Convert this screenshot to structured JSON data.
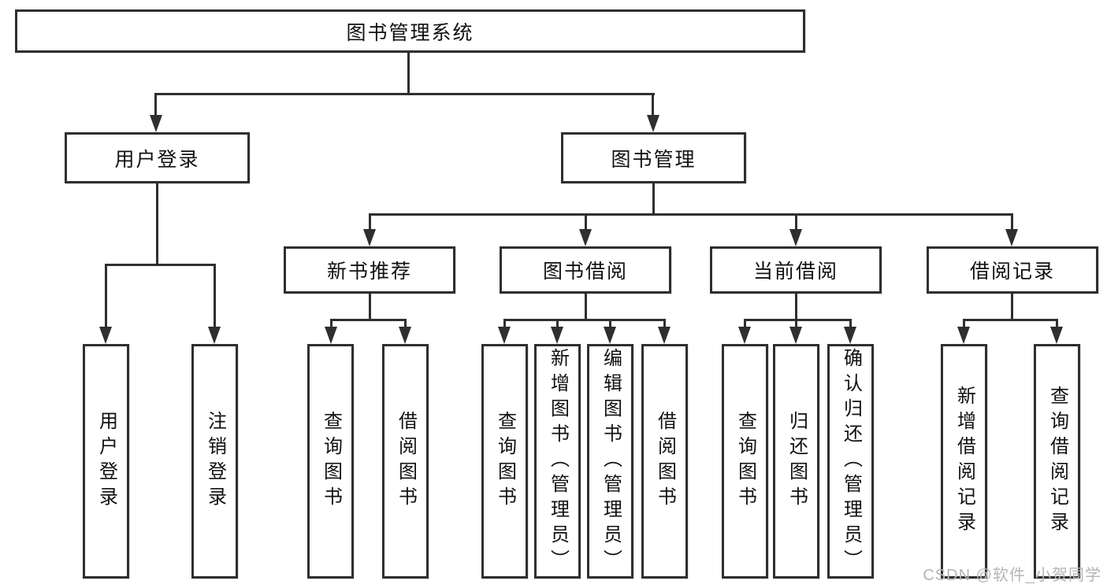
{
  "diagram": {
    "root": {
      "label": "图书管理系统"
    },
    "branches": {
      "user_login": {
        "label": "用户登录"
      },
      "book_management": {
        "label": "图书管理"
      }
    },
    "modules": {
      "new_book_recommend": {
        "label": "新书推荐"
      },
      "book_borrow": {
        "label": "图书借阅"
      },
      "current_borrow": {
        "label": "当前借阅"
      },
      "borrow_record": {
        "label": "借阅记录"
      }
    },
    "leaves": {
      "user_login": [
        "用户登录",
        "注销登录"
      ],
      "new_book_recommend": [
        "查询图书",
        "借阅图书"
      ],
      "book_borrow": [
        "查询图书",
        "新增图书（管理员）",
        "编辑图书（管理员）",
        "借阅图书"
      ],
      "current_borrow": [
        "查询图书",
        "归还图书",
        "确认归还（管理员）"
      ],
      "borrow_record": [
        "新增借阅记录",
        "查询借阅记录"
      ]
    }
  },
  "watermark": {
    "text": "CSDN @软件_小贺同学"
  },
  "colors": {
    "line": "#2f2f2f",
    "text": "#111111",
    "watermark": "#b5b5b5",
    "background": "#ffffff"
  }
}
